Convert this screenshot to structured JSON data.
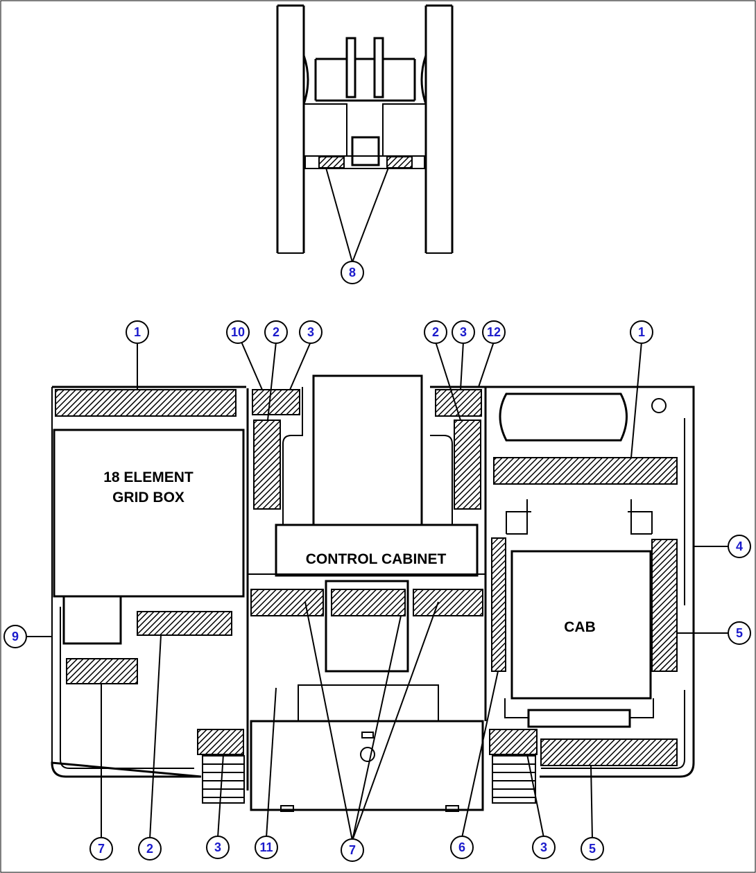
{
  "labels": {
    "grid_box_line1": "18 ELEMENT",
    "grid_box_line2": "GRID BOX",
    "control_cabinet": "CONTROL CABINET",
    "cab": "CAB"
  },
  "callouts": {
    "c8": "8",
    "c1_left": "1",
    "c10": "10",
    "c2_mid_left": "2",
    "c3_mid_left": "3",
    "c2_mid_right": "2",
    "c3_mid_right": "3",
    "c12": "12",
    "c1_right": "1",
    "c4": "4",
    "c9": "9",
    "c5_right": "5",
    "c7_bottom_left": "7",
    "c2_bottom": "2",
    "c3_bottom_left": "3",
    "c11": "11",
    "c7_bottom_center": "7",
    "c6": "6",
    "c3_bottom_right": "3",
    "c5_bottom": "5"
  },
  "colors": {
    "callout_text": "#1a1acc",
    "line": "#000000"
  }
}
